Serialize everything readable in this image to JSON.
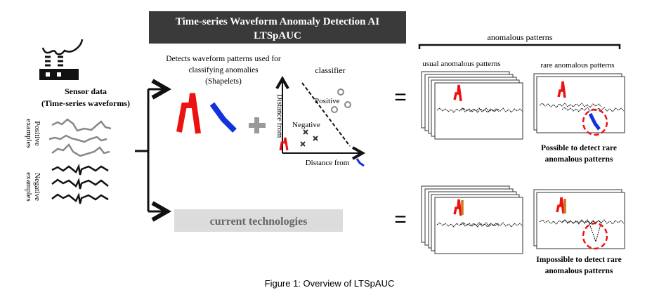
{
  "title": {
    "line1": "Time-series Waveform Anomaly Detection AI",
    "line2": "LTSpAUC"
  },
  "sensor": {
    "line1": "Sensor data",
    "line2": "(Time-series waveforms)",
    "positive_line1": "Positive",
    "positive_line2": "examples",
    "negative_line1": "Negative",
    "negative_line2": "examples"
  },
  "shapelets": {
    "line1": "Detects waveform patterns used for",
    "line2": "classifying anomalies",
    "line3": "(Shapelets)"
  },
  "classifier": {
    "title": "classifier",
    "positive": "Positive",
    "negative": "Negative",
    "y_axis": "Distance from",
    "x_axis": "Distance from"
  },
  "current": {
    "label": "current technologies"
  },
  "equals": "=",
  "anomalous": {
    "header": "anomalous patterns",
    "usual": "usual anomalous patterns",
    "rare": "rare anomalous patterns",
    "possible_line1": "Possible to detect rare",
    "possible_line2": "anomalous patterns",
    "impossible_line1": "Impossible to detect rare",
    "impossible_line2": "anomalous patterns"
  },
  "caption": "Figure 1: Overview of LTSpAUC",
  "colors": {
    "title_bg": "#3a3a3a",
    "red": "#ee1111",
    "blue": "#1133dd",
    "orange": "#cc7a22",
    "gray_box": "#dcdcdc"
  }
}
